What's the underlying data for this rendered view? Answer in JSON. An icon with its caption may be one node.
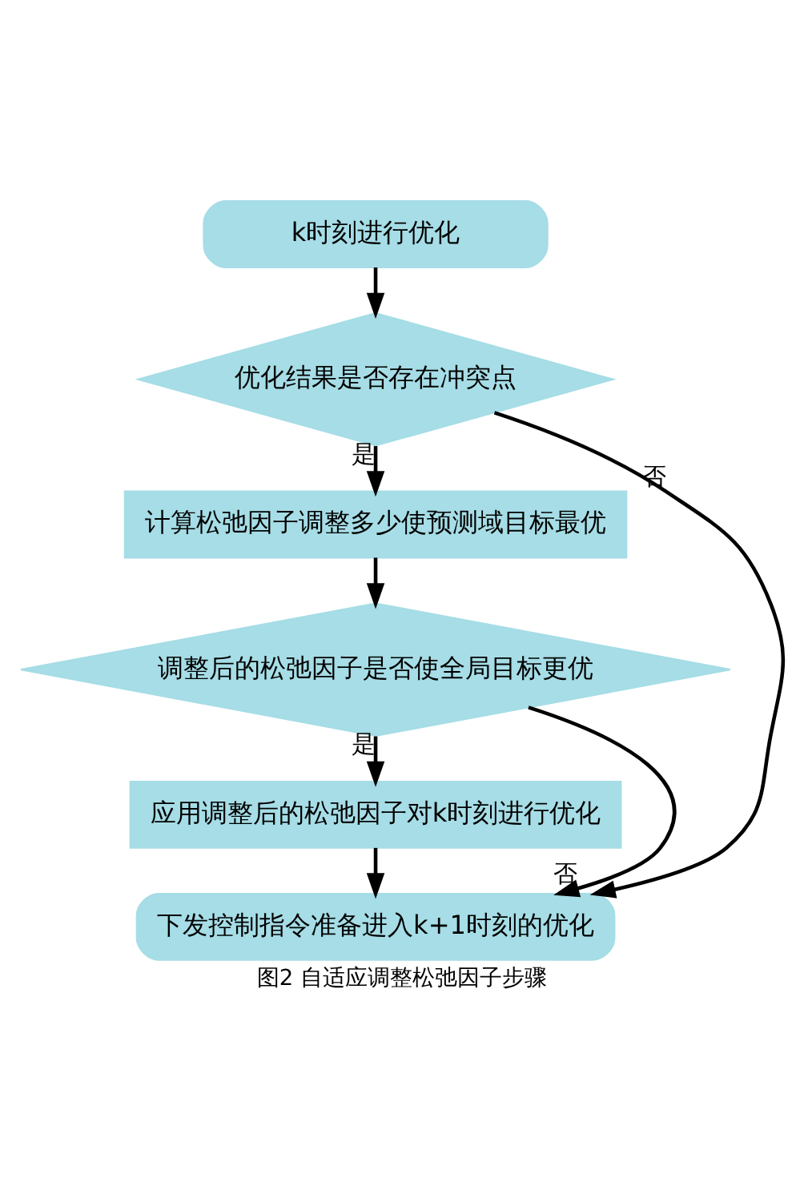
{
  "diagram": {
    "caption": "图2 自适应调整松弛因子步骤",
    "nodes": [
      {
        "text": [
          "k时刻进行优化"
        ]
      },
      {
        "text": [
          "优化结果是否存在冲突点"
        ]
      },
      {
        "text": [
          "计算松弛因子调整多少使预测域目标最优"
        ]
      },
      {
        "text": [
          "调整后的松弛因子是否使全局目标更优"
        ]
      },
      {
        "text": [
          "应用调整后的松弛因子对k时刻进行优化"
        ]
      },
      {
        "text": [
          "下发控制指令准备进入k+1时刻的优化"
        ]
      }
    ],
    "edges": [
      {
        "from": 0,
        "to": 1,
        "arrow": "to"
      },
      {
        "from": 1,
        "to": 2,
        "arrow": "to",
        "label": "是"
      },
      {
        "from": 2,
        "to": 3,
        "arrow": "to"
      },
      {
        "from": 3,
        "to": 4,
        "arrow": "to",
        "label": "是"
      },
      {
        "from": 4,
        "to": 5,
        "arrow": "to"
      },
      {
        "from": 1,
        "to": 5,
        "arrow": "to",
        "label": "否"
      },
      {
        "from": 3,
        "to": 5,
        "arrow": "to",
        "label": "否"
      }
    ]
  }
}
